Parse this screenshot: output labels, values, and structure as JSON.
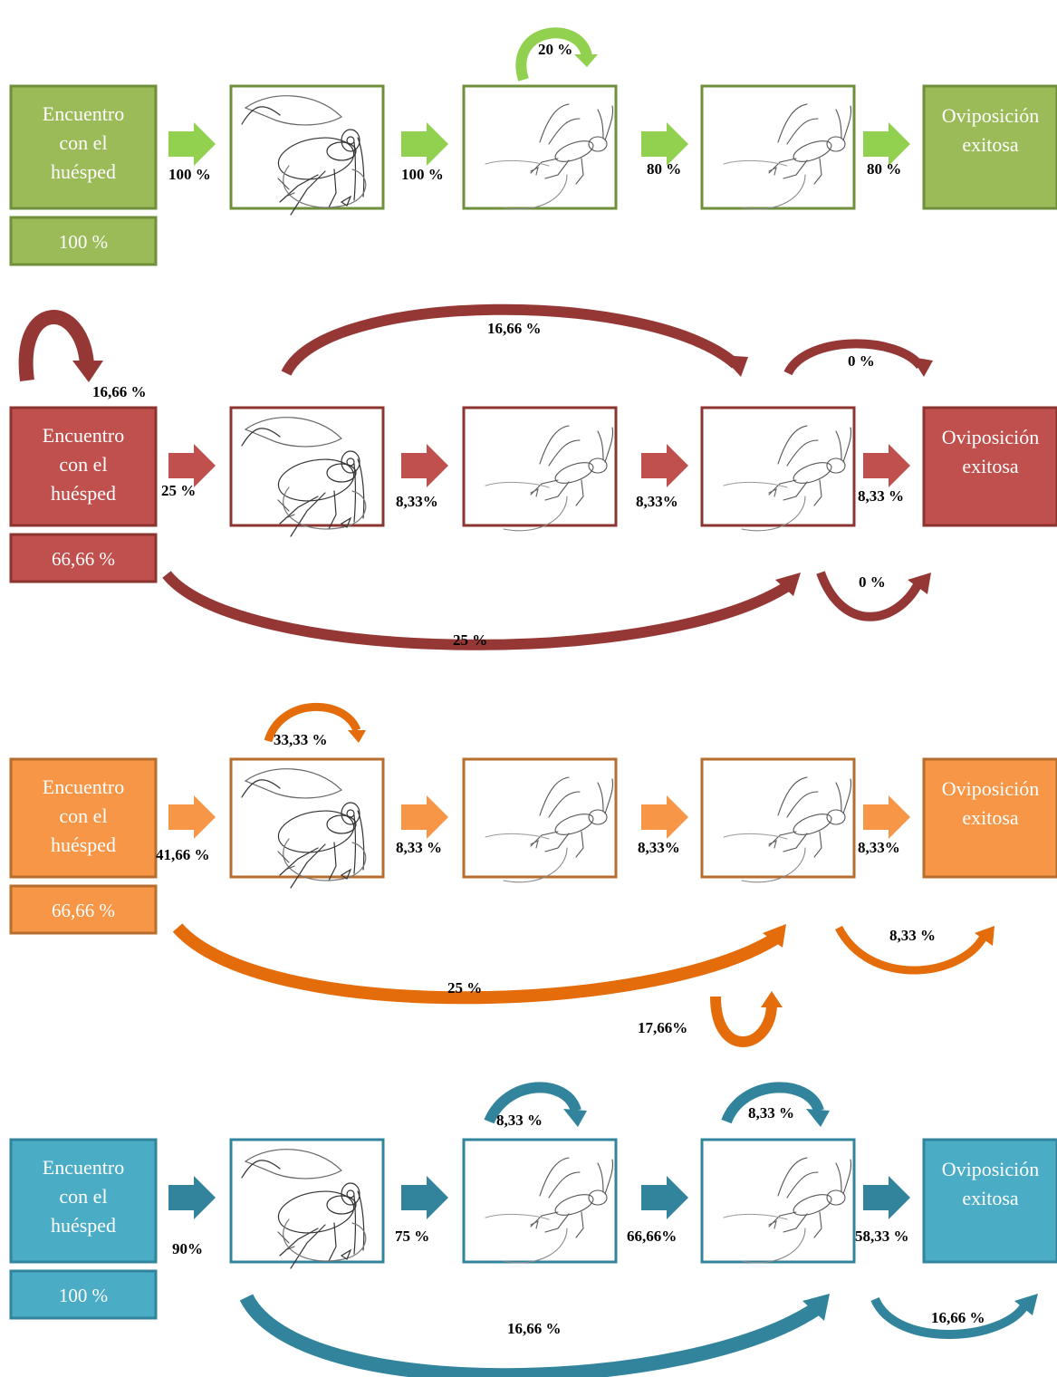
{
  "labels": {
    "start": [
      "Encuentro",
      "con el",
      "huésped"
    ],
    "end": [
      "Oviposición",
      "exitosa"
    ]
  },
  "rows": [
    {
      "theme": {
        "fill": "#9bbb59",
        "border": "#6f8f3a",
        "arrow": "#92d050",
        "curve": "#92d050"
      },
      "total": "100 %",
      "steps": [
        "100 %",
        "100 %",
        "80 %",
        "80 %"
      ],
      "loops": [
        {
          "label": "20 %"
        }
      ],
      "curves": []
    },
    {
      "theme": {
        "fill": "#c0504d",
        "border": "#8c3530",
        "arrow": "#c0504d",
        "curve": "#953735"
      },
      "total": "66,66 %",
      "steps": [
        "25 %",
        "8,33%",
        "8,33%",
        "8,33 %"
      ],
      "loops": [
        {
          "label": "16,66 %"
        },
        {
          "label": "16,66 %"
        },
        {
          "label": "0 %"
        }
      ],
      "curves": [
        {
          "label": "25 %"
        },
        {
          "label": "0 %"
        }
      ]
    },
    {
      "theme": {
        "fill": "#f79646",
        "border": "#b66d2d",
        "arrow": "#f79646",
        "curve": "#e46c0a"
      },
      "total": "66,66 %",
      "steps": [
        "41,66 %",
        "8,33 %",
        "8,33%",
        "8,33%"
      ],
      "loops": [
        {
          "label": "33,33 %"
        }
      ],
      "curves": [
        {
          "label": "25 %"
        },
        {
          "label": "8,33 %"
        },
        {
          "label": "17,66%"
        }
      ]
    },
    {
      "theme": {
        "fill": "#4bacc6",
        "border": "#31849b",
        "arrow": "#31849b",
        "curve": "#31849b"
      },
      "total": "100 %",
      "steps": [
        "90%",
        "75 %",
        "66,66%",
        "58,33 %"
      ],
      "loops": [
        {
          "label": "8,33 %"
        },
        {
          "label": "8,33 %"
        }
      ],
      "curves": [
        {
          "label": "16,66 %"
        },
        {
          "label": "16,66 %"
        }
      ]
    }
  ]
}
